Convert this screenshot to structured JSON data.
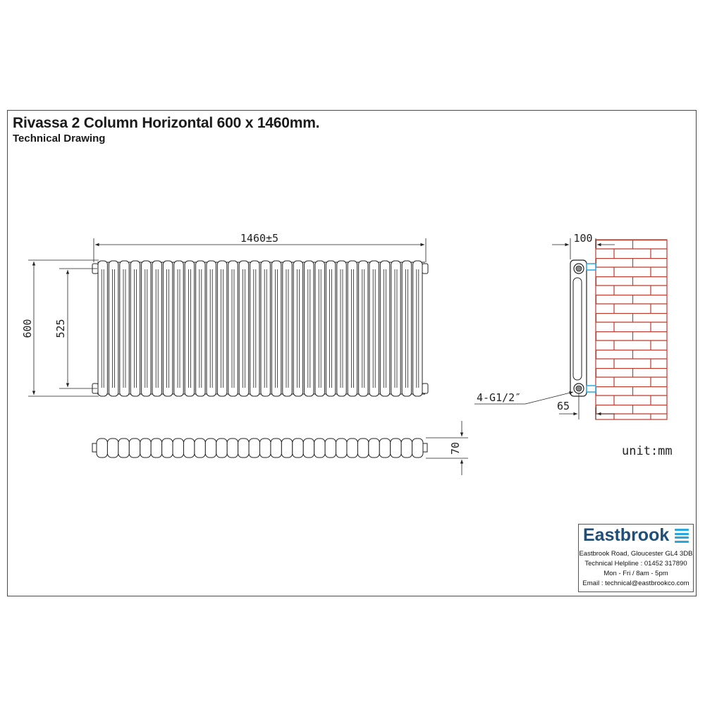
{
  "header": {
    "title": "Rivassa 2 Column Horizontal 600 x 1460mm.",
    "subtitle": "Technical Drawing"
  },
  "dimensions": {
    "width": "1460±5",
    "height": "600",
    "pipe_centres": "525",
    "depth": "70",
    "wall_distance": "100",
    "pipe_offset": "65",
    "connection": "4-G1/2″"
  },
  "unit_label": "unit:mm",
  "colors": {
    "brick": "#c0392b",
    "pipe_accent": "#2aa7df",
    "brand": "#1f4e79"
  },
  "company": {
    "name": "Eastbrook",
    "logo_icon": "wave-lines-icon",
    "address": "Eastbrook Road, Gloucester GL4 3DB",
    "helpline": "Technical Helpline : 01452 317890",
    "hours": "Mon - Fri / 8am - 5pm",
    "email": "Email : technical@eastbrookco.com"
  }
}
